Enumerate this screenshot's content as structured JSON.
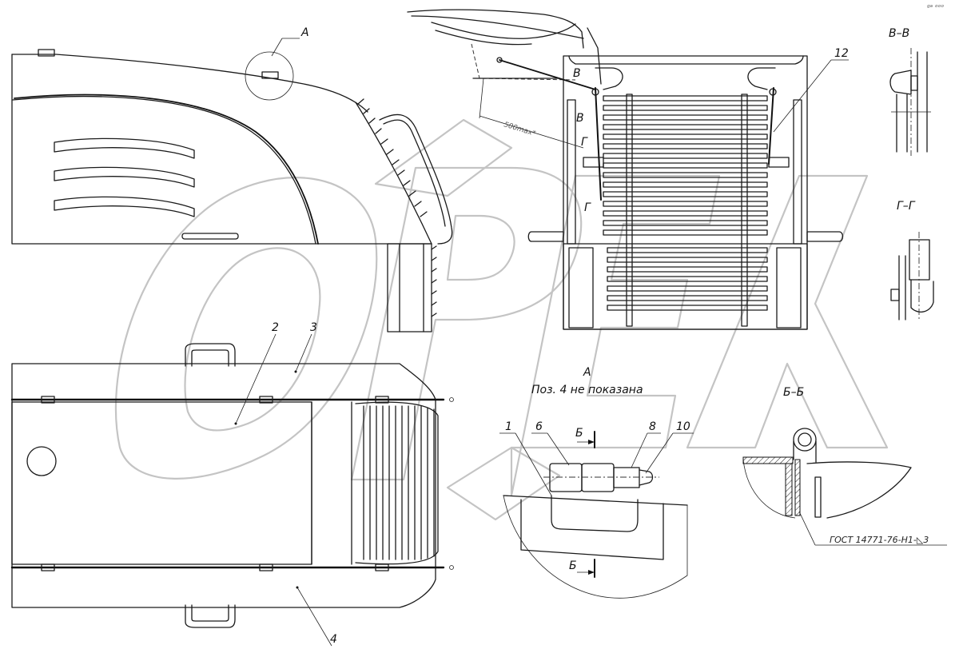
{
  "labels": {
    "view_a": "А",
    "section_vv": "В–В",
    "section_gg": "Г–Г",
    "section_bb": "Б–Б",
    "section_mark_b": "Б",
    "section_mark_v": "В",
    "section_mark_g": "Г",
    "dimension": "500max*",
    "view_a_note_title": "А",
    "view_a_note": "Поз. 4 не показана",
    "gost_note": "ГОСТ 14771-76-Н1-◺3",
    "corner_mark": "ᵍᵃ ᵒᵒᵒ"
  },
  "positions": {
    "p1": "1",
    "p2": "2",
    "p3": "3",
    "p4": "4",
    "p6": "6",
    "p8": "8",
    "p10": "10",
    "p12": "12"
  },
  "watermark": "ОРЕХ",
  "colors": {
    "line": "#1a1a1a",
    "watermark": "#c4c4c4",
    "background": "#ffffff"
  }
}
